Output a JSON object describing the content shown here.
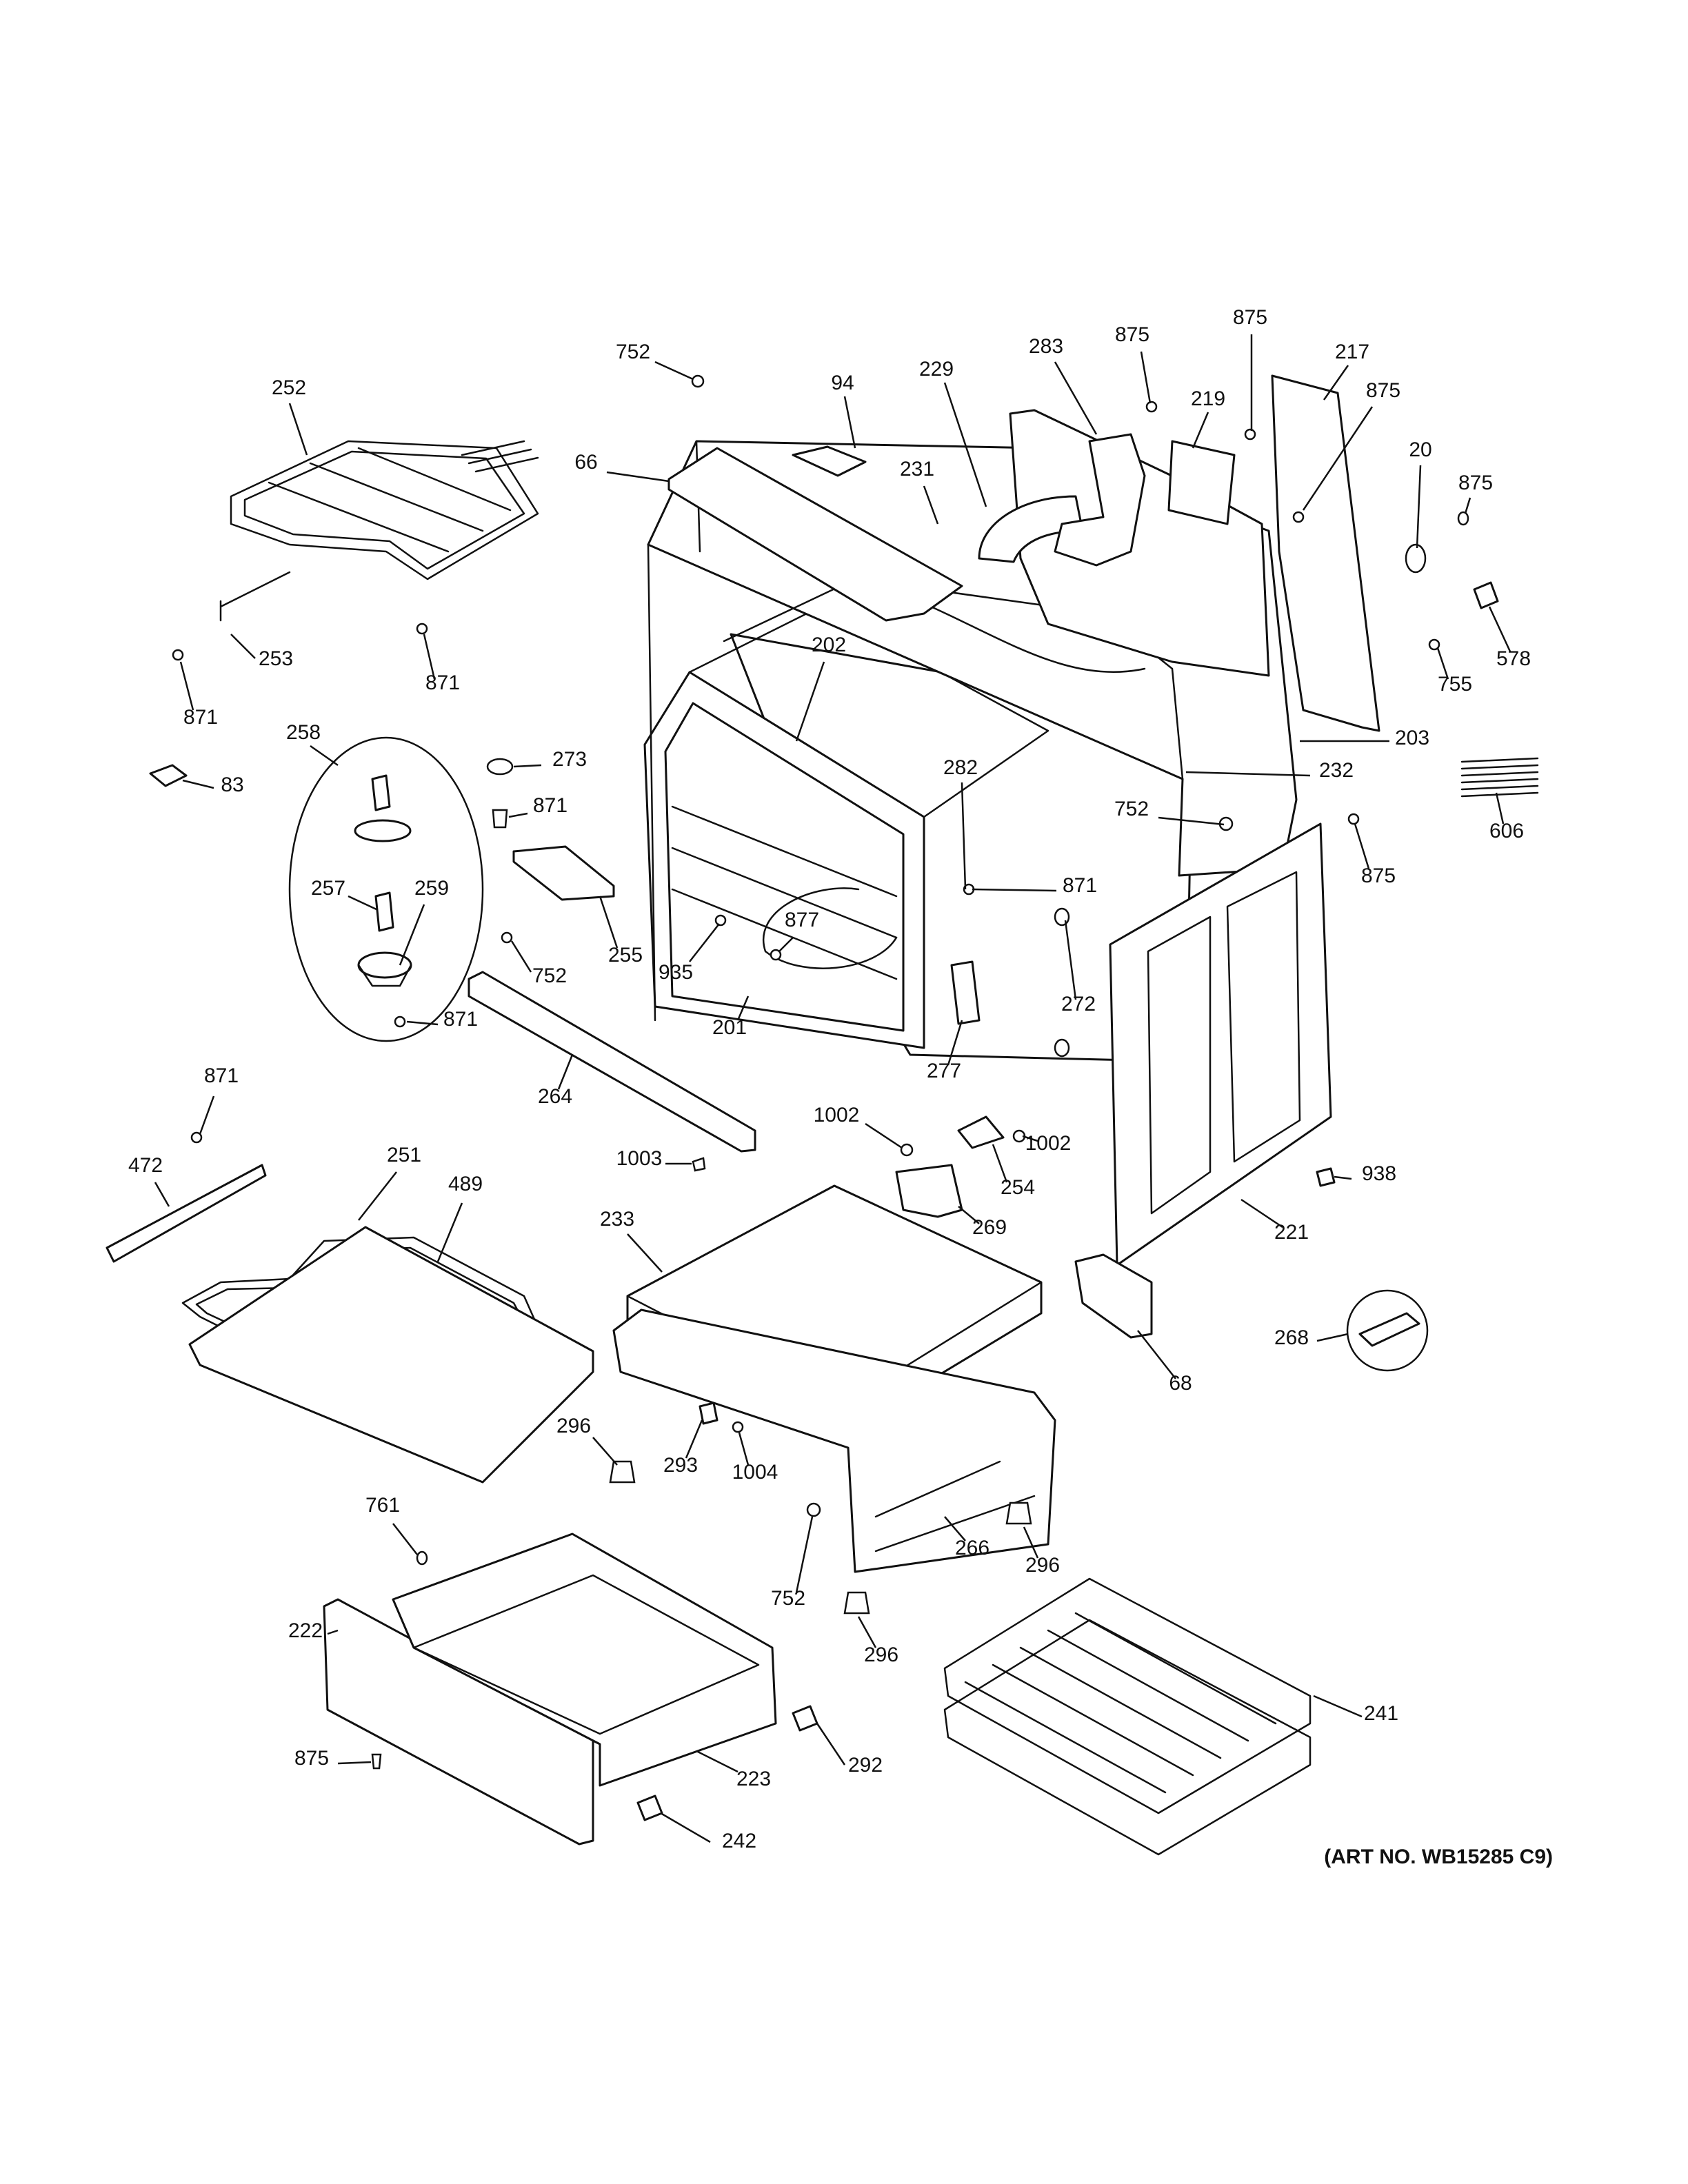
{
  "diagram": {
    "art_number": "(ART NO. WB15285 C9)",
    "callouts": [
      "752",
      "94",
      "66",
      "229",
      "231",
      "283",
      "875",
      "875",
      "219",
      "217",
      "875",
      "20",
      "875",
      "578",
      "755",
      "203",
      "232",
      "606",
      "875",
      "752",
      "252",
      "253",
      "871",
      "871",
      "83",
      "258",
      "273",
      "871",
      "257",
      "259",
      "871",
      "752",
      "255",
      "264",
      "202",
      "282",
      "871",
      "877",
      "935",
      "201",
      "277",
      "272",
      "221",
      "938",
      "871",
      "472",
      "251",
      "489",
      "1003",
      "1002",
      "1002",
      "254",
      "269",
      "233",
      "68",
      "268",
      "296",
      "293",
      "1004",
      "761",
      "752",
      "266",
      "296",
      "296",
      "222",
      "875",
      "223",
      "242",
      "292",
      "241"
    ]
  }
}
